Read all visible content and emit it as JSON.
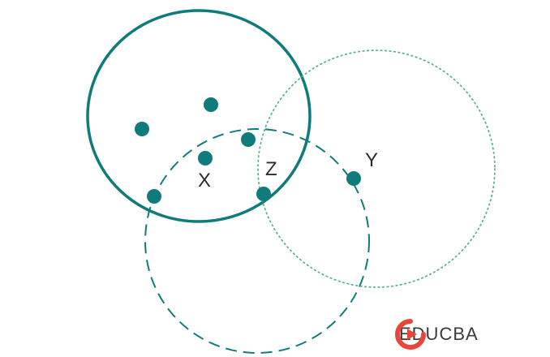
{
  "colors": {
    "teal": "#0f7b7b",
    "dotted": "#5fae98",
    "label": "#2b2b2b",
    "logo_red": "#e8453c",
    "logo_text": "#3a3a3a"
  },
  "circles": [
    {
      "name": "solid-circle",
      "style": "solid"
    },
    {
      "name": "dashed-circle",
      "style": "dashed"
    },
    {
      "name": "dotted-circle",
      "style": "dotted"
    }
  ],
  "points": [
    {
      "name": "point-top",
      "label": ""
    },
    {
      "name": "point-left",
      "label": ""
    },
    {
      "name": "point-upper-mid",
      "label": ""
    },
    {
      "name": "point-x",
      "label": "X"
    },
    {
      "name": "point-lower-left",
      "label": ""
    },
    {
      "name": "point-z",
      "label": "Z"
    },
    {
      "name": "point-y",
      "label": "Y"
    }
  ],
  "logo": {
    "text": "EDUCBA",
    "icon": "educba-play-icon"
  }
}
